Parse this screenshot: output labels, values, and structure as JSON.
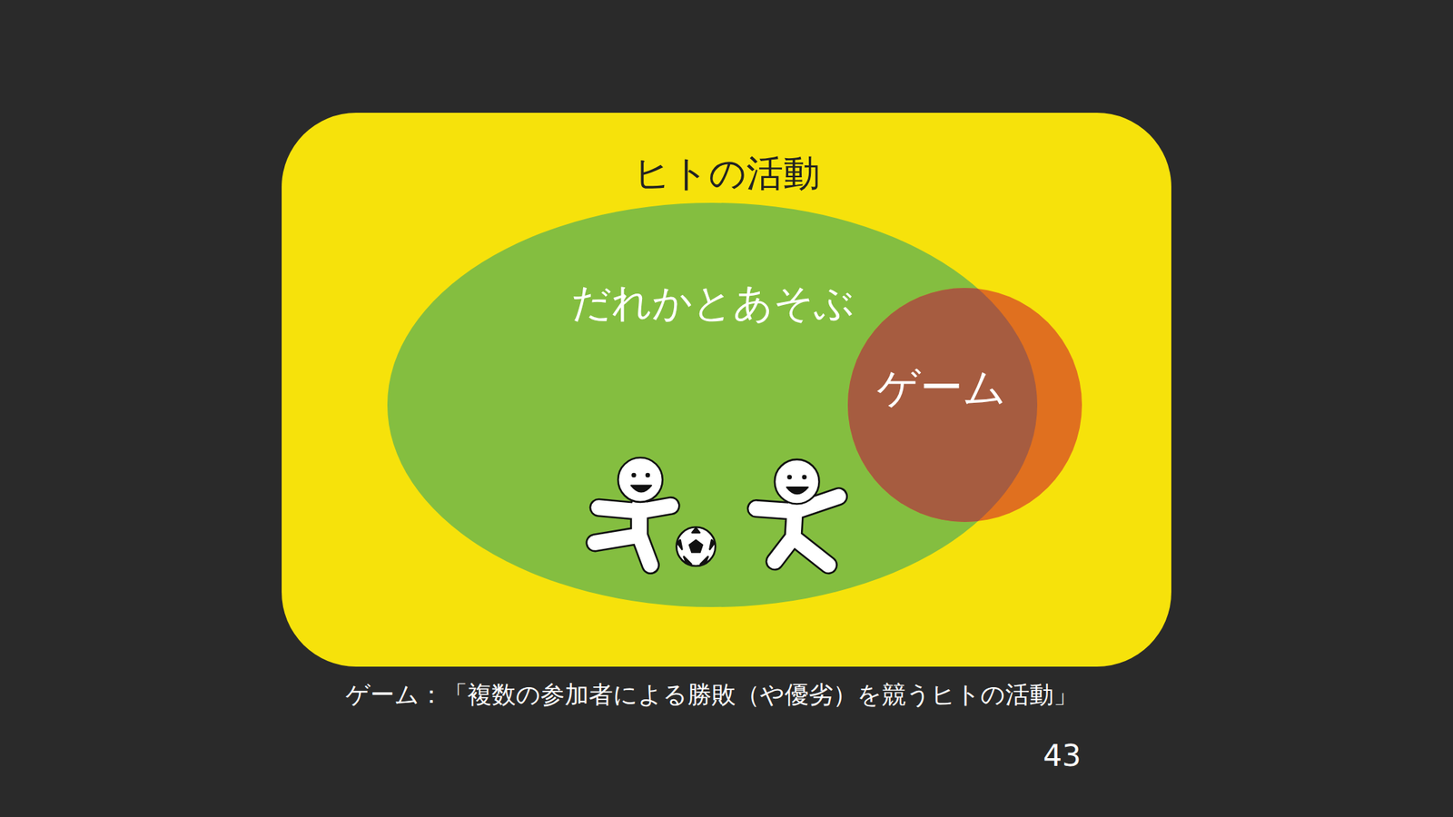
{
  "diagram": {
    "caption": "ゲーム：「複数の参加者による勝敗（や優劣）を競うヒトの活動」",
    "nodes": [
      {
        "text": [
          "ヒトの活動"
        ]
      },
      {
        "text": [
          "だれかとあそぶ"
        ],
        "in": 0
      },
      {
        "text": [
          "ゲーム"
        ],
        "in": 0
      }
    ],
    "labels": [
      "43"
    ]
  }
}
